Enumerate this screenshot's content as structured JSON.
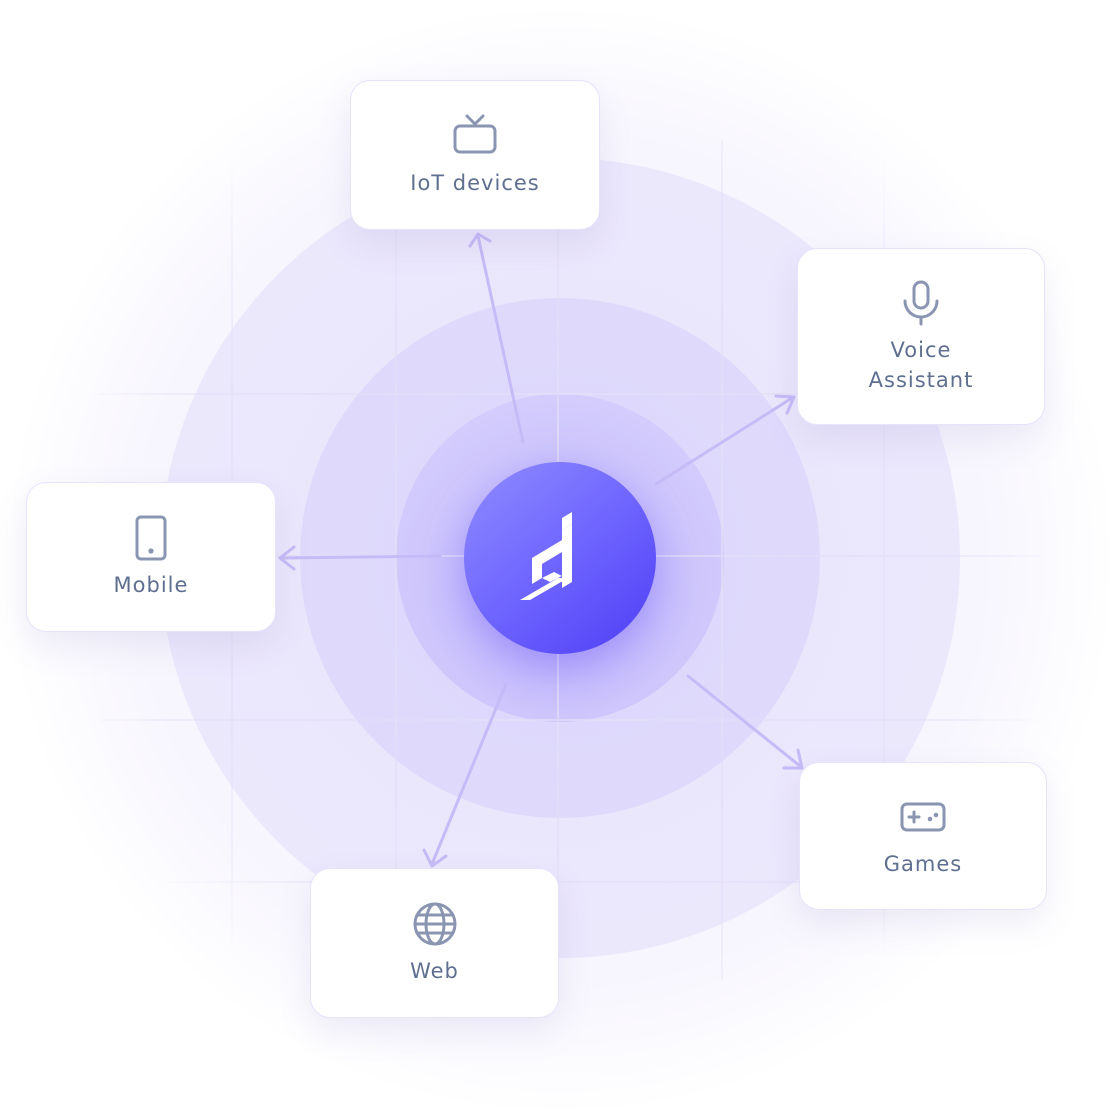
{
  "diagram": {
    "hub": {
      "icon": "strapi-logo-icon"
    },
    "nodes": [
      {
        "id": "iot",
        "label": "IoT devices",
        "icon": "tv-icon"
      },
      {
        "id": "voice",
        "label_lines": [
          "Voice",
          "Assistant"
        ],
        "icon": "microphone-icon"
      },
      {
        "id": "mobile",
        "label": "Mobile",
        "icon": "smartphone-icon"
      },
      {
        "id": "games",
        "label": "Games",
        "icon": "gamepad-icon"
      },
      {
        "id": "web",
        "label": "Web",
        "icon": "globe-icon"
      }
    ],
    "colors": {
      "hub_start": "#8f8cff",
      "hub_end": "#4e3ef5",
      "arrow": "#c6bbf7",
      "label": "#5f6f90",
      "icon": "#8a95b2",
      "card_border": "#e6e3fb"
    }
  }
}
